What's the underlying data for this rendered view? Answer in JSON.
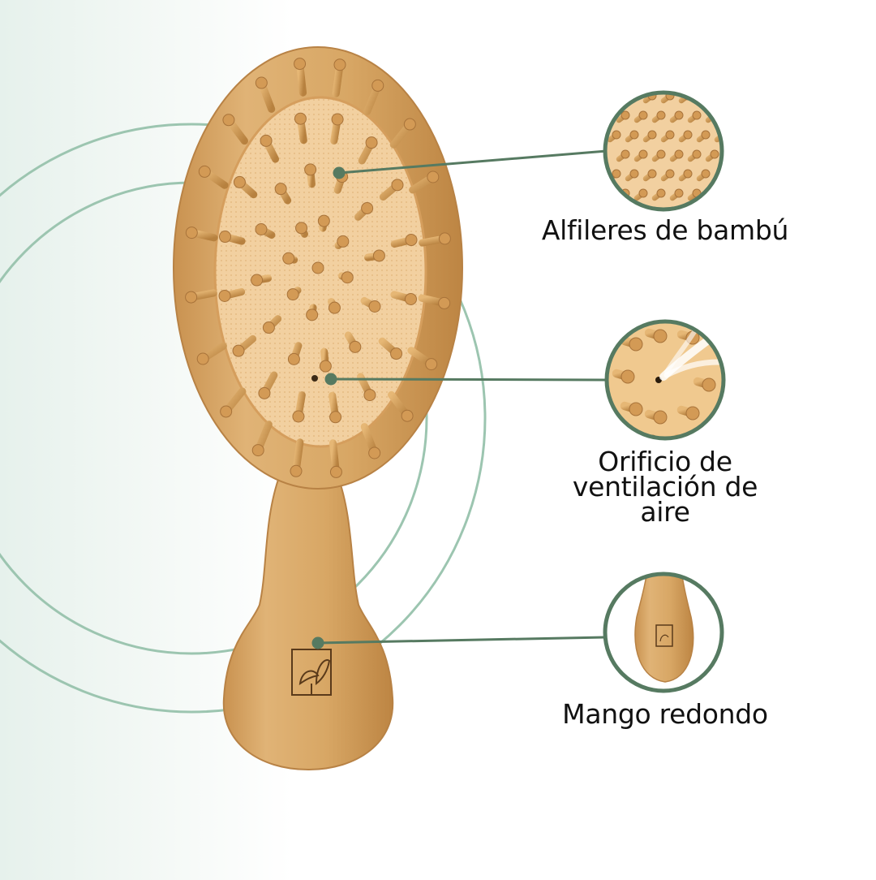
{
  "features": [
    {
      "id": "pins",
      "label": "Alfileres de bambú",
      "icon": "bamboo-pins-closeup"
    },
    {
      "id": "vent",
      "label": "Orificio de ventilación de aire",
      "icon": "air-vent-hole-closeup"
    },
    {
      "id": "handle",
      "label": "Mango redondo",
      "icon": "round-handle-closeup"
    }
  ],
  "product": {
    "icon": "bamboo-hairbrush",
    "logo": "leaf-logo-icon"
  },
  "colors": {
    "accent": "#567a61",
    "ring": "#9cc5b0",
    "wood": "#d9a866",
    "wood_dark": "#b88245",
    "cushion": "#f3d2a4",
    "text": "#111111"
  }
}
